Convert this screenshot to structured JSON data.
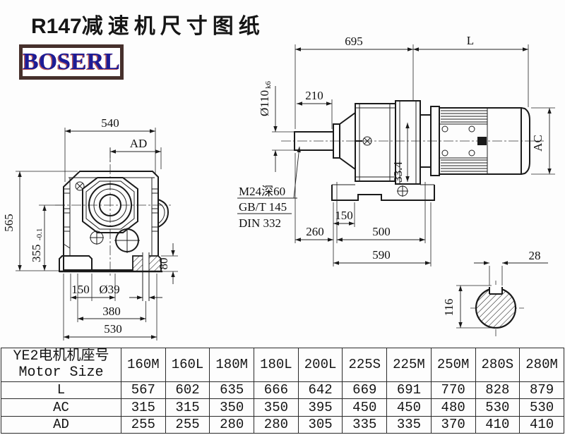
{
  "title": {
    "prefix": "R147",
    "suffix": "减速机尺寸图纸"
  },
  "logo": {
    "text": "BOSERL"
  },
  "colors": {
    "line": "#1a1a1a",
    "logo_text": "#1c1c96",
    "logo_border": "#46302c"
  },
  "front_view": {
    "dim_540": "540",
    "dim_ad": "AD",
    "dim_565": "565",
    "dim_355": "355",
    "dim_355_tol": "-0.1",
    "dim_150": "150",
    "dim_39": "Ø39",
    "dim_380": "380",
    "dim_530": "530",
    "dim_80": "80"
  },
  "side_view": {
    "dim_695": "695",
    "dim_l": "L",
    "dim_210": "210",
    "dim_110": "Ø110",
    "dim_110_tol": "k6",
    "note_thread": "M24深60",
    "note_gbt": "GB/T 145",
    "note_din": "DIN 332",
    "dim_334": "33.4",
    "dim_150": "150",
    "dim_260": "260",
    "dim_500": "500",
    "dim_590": "590",
    "dim_ac": "AC"
  },
  "shaft_section": {
    "dim_28": "28",
    "dim_116": "116"
  },
  "table": {
    "header_line1": "YE2电机机座号",
    "header_line2": "Motor Size",
    "columns": [
      "160M",
      "160L",
      "180M",
      "180L",
      "200L",
      "225S",
      "225M",
      "250M",
      "280S",
      "280M"
    ],
    "rows": [
      {
        "label": "L",
        "values": [
          "567",
          "602",
          "635",
          "666",
          "642",
          "669",
          "691",
          "770",
          "828",
          "879"
        ]
      },
      {
        "label": "AC",
        "values": [
          "315",
          "315",
          "350",
          "350",
          "395",
          "450",
          "450",
          "480",
          "530",
          "530"
        ]
      },
      {
        "label": "AD",
        "values": [
          "255",
          "255",
          "280",
          "280",
          "305",
          "335",
          "335",
          "370",
          "410",
          "410"
        ]
      }
    ]
  }
}
